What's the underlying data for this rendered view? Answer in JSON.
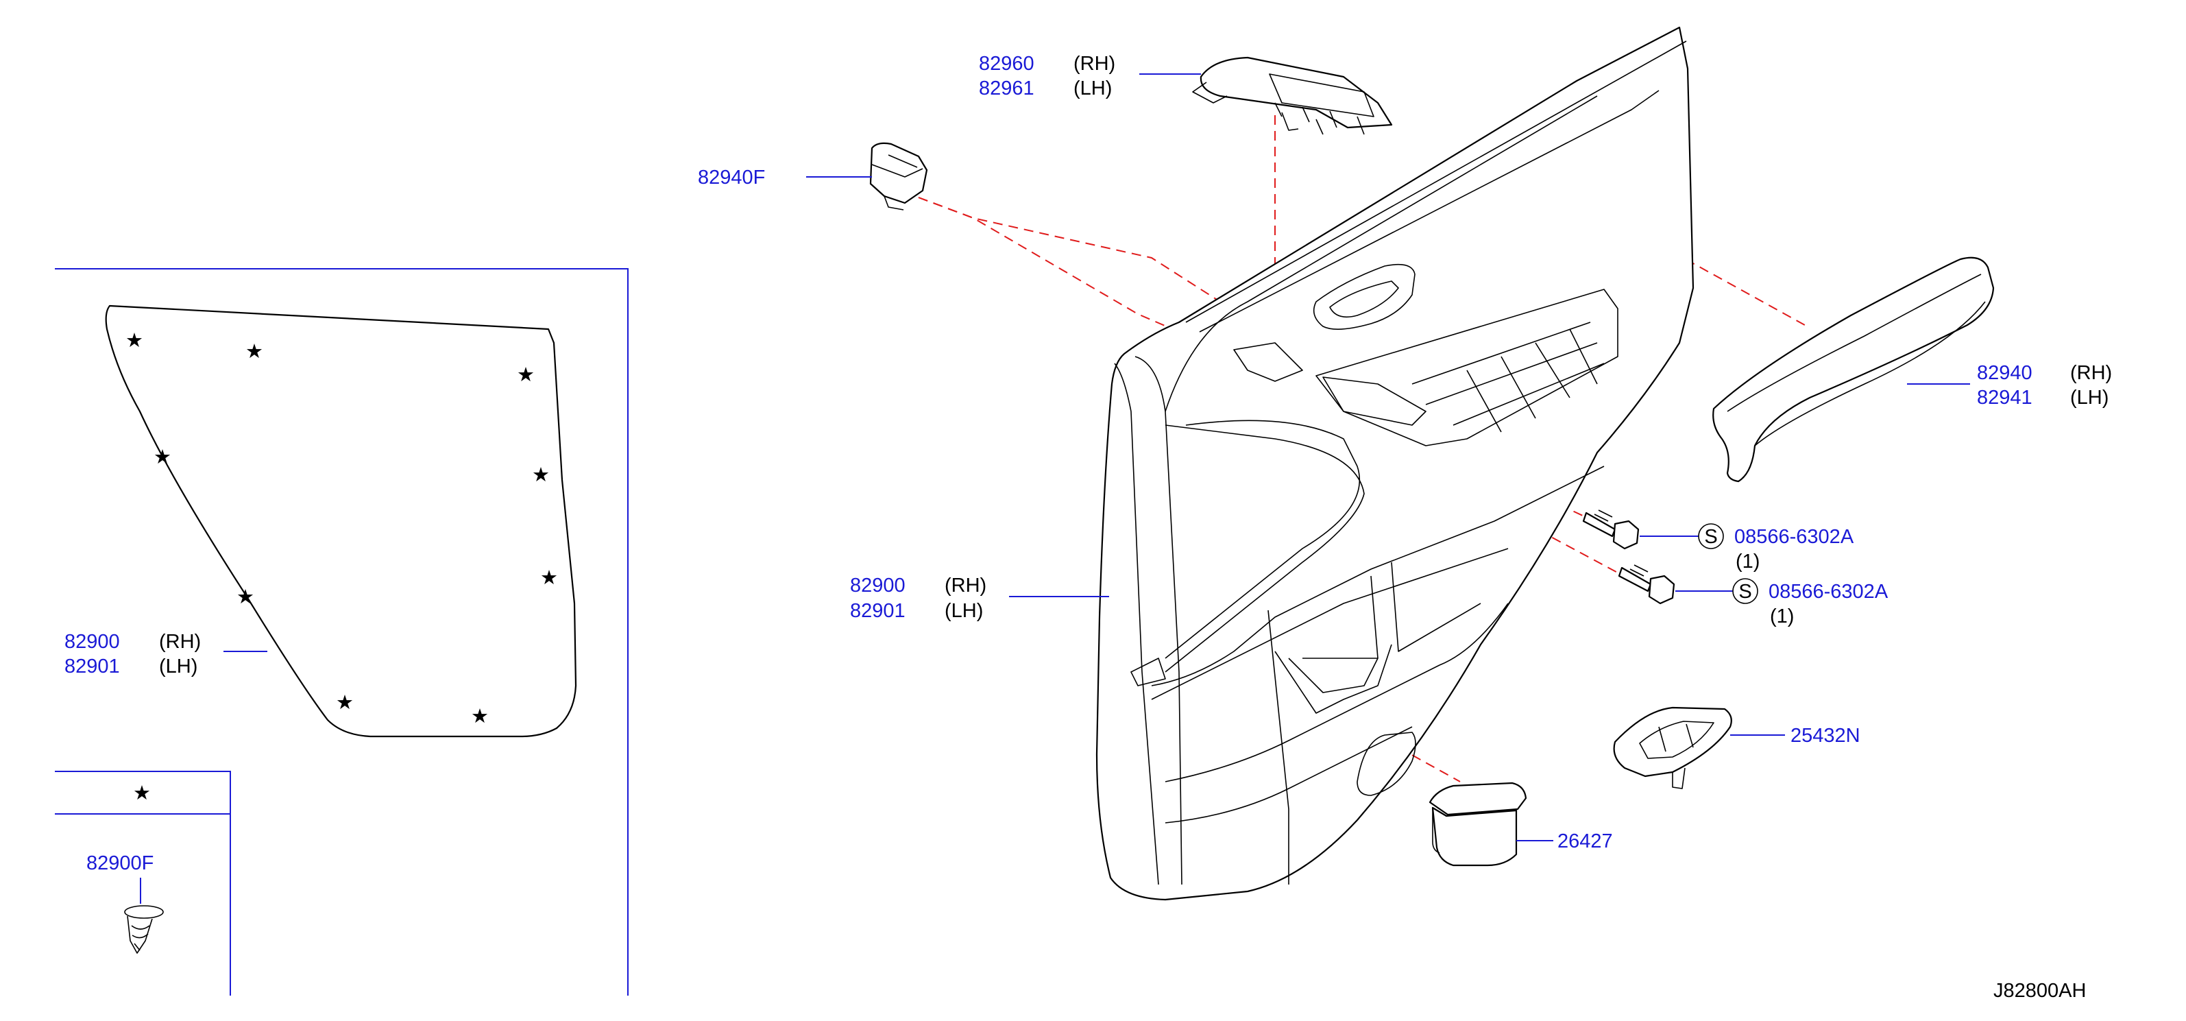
{
  "diagram_code": "J82800AH",
  "legend": {
    "symbol": "★"
  },
  "callouts": {
    "finisher_inset": {
      "rh_number": "82900",
      "rh_side": "(RH)",
      "lh_number": "82901",
      "lh_side": "(LH)"
    },
    "finisher_main": {
      "rh_number": "82900",
      "rh_side": "(RH)",
      "lh_number": "82901",
      "lh_side": "(LH)"
    },
    "clip": {
      "number": "82900F"
    },
    "pull_handle": {
      "rh_number": "82960",
      "rh_side": "(RH)",
      "lh_number": "82961",
      "lh_side": "(LH)"
    },
    "fastener": {
      "number": "82940F"
    },
    "armrest": {
      "rh_number": "82940",
      "rh_side": "(RH)",
      "lh_number": "82941",
      "lh_side": "(LH)"
    },
    "screw_upper": {
      "symbol": "S",
      "number": "08566-6302A",
      "qty": "(1)"
    },
    "screw_lower": {
      "symbol": "S",
      "number": "08566-6302A",
      "qty": "(1)"
    },
    "switch_bezel": {
      "number": "25432N"
    },
    "lamp": {
      "number": "26427"
    }
  }
}
